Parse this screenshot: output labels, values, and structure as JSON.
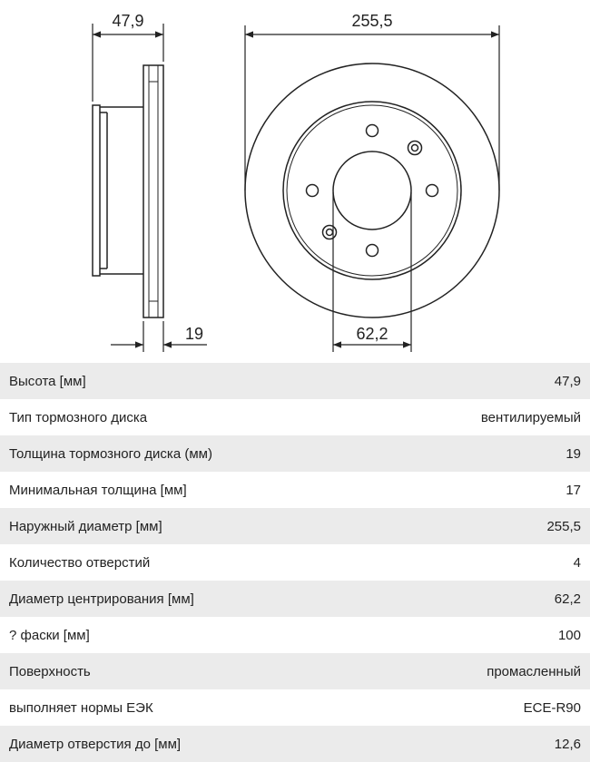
{
  "dimensions": {
    "height": "47,9",
    "outer_diameter": "255,5",
    "thickness": "19",
    "centering_diameter": "62,2"
  },
  "specs": [
    {
      "label": "Высота [мм]",
      "value": "47,9"
    },
    {
      "label": "Тип тормозного диска",
      "value": "вентилируемый"
    },
    {
      "label": "Толщина тормозного диска (мм)",
      "value": "19"
    },
    {
      "label": "Минимальная толщина [мм]",
      "value": "17"
    },
    {
      "label": "Наружный диаметр [мм]",
      "value": "255,5"
    },
    {
      "label": "Количество отверстий",
      "value": "4"
    },
    {
      "label": "Диаметр центрирования [мм]",
      "value": "62,2"
    },
    {
      "label": "? фаски [мм]",
      "value": "100"
    },
    {
      "label": "Поверхность",
      "value": "промасленный"
    },
    {
      "label": "выполняет нормы ЕЭК",
      "value": "ECE-R90"
    },
    {
      "label": "Диаметр отверстия до [мм]",
      "value": "12,6"
    }
  ]
}
